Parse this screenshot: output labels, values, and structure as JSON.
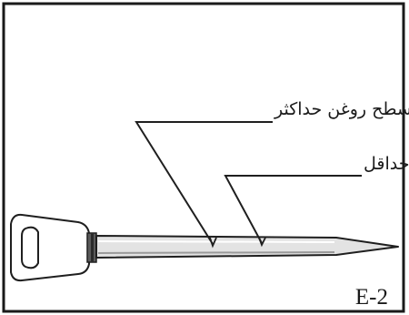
{
  "diagram": {
    "subject": "dipstick",
    "labels": {
      "max_level": "سطح روغن حداکثر",
      "min_level": "سطح روغن حداقل"
    },
    "figure_id": "E-2",
    "colors": {
      "frame": "#1a1a1a",
      "stroke": "#1f1f1f",
      "shaft_fill": "#e3e3e3",
      "shaft_shade": "#9a9a9a",
      "background": "#ffffff"
    }
  }
}
